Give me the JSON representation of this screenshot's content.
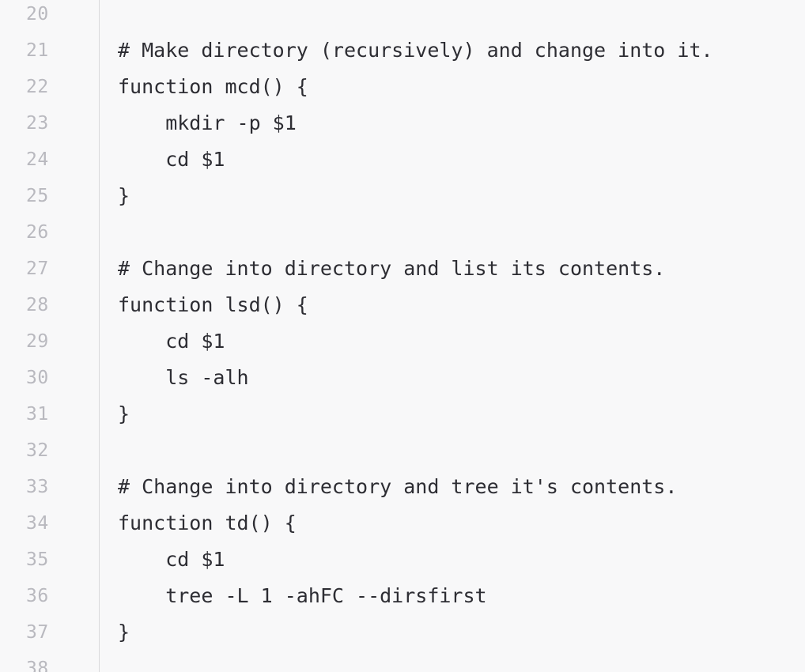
{
  "editor": {
    "lines": [
      {
        "number": "20",
        "text": ""
      },
      {
        "number": "21",
        "text": "# Make directory (recursively) and change into it."
      },
      {
        "number": "22",
        "text": "function mcd() {"
      },
      {
        "number": "23",
        "text": "    mkdir -p $1"
      },
      {
        "number": "24",
        "text": "    cd $1"
      },
      {
        "number": "25",
        "text": "}"
      },
      {
        "number": "26",
        "text": ""
      },
      {
        "number": "27",
        "text": "# Change into directory and list its contents."
      },
      {
        "number": "28",
        "text": "function lsd() {"
      },
      {
        "number": "29",
        "text": "    cd $1"
      },
      {
        "number": "30",
        "text": "    ls -alh"
      },
      {
        "number": "31",
        "text": "}"
      },
      {
        "number": "32",
        "text": ""
      },
      {
        "number": "33",
        "text": "# Change into directory and tree it's contents."
      },
      {
        "number": "34",
        "text": "function td() {"
      },
      {
        "number": "35",
        "text": "    cd $1"
      },
      {
        "number": "36",
        "text": "    tree -L 1 -ahFC --dirsfirst"
      },
      {
        "number": "37",
        "text": "}"
      },
      {
        "number": "38",
        "text": ""
      }
    ]
  }
}
